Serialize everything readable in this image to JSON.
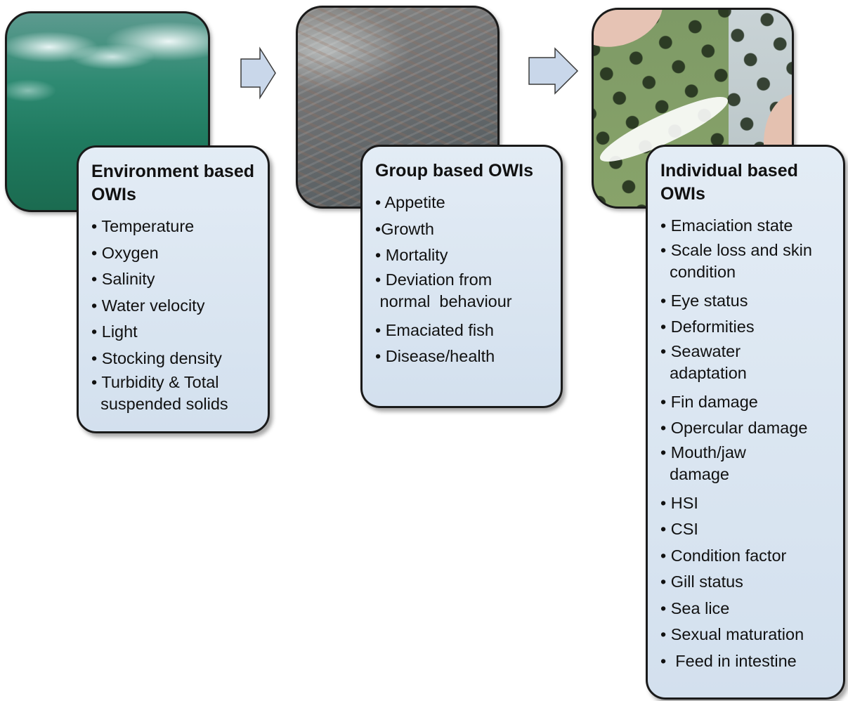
{
  "colors": {
    "box_fill_top": "#e3ecf5",
    "box_fill_bottom": "#d3e0ee",
    "box_border": "#1a1a1a",
    "arrow_fill": "#c9d7ea",
    "arrow_stroke": "#3b3b3b"
  },
  "panels": [
    {
      "title": "Environment based OWIs",
      "items": [
        "• Temperature",
        "• Oxygen",
        "• Salinity",
        "• Water velocity",
        "• Light",
        "• Stocking density",
        "• Turbidity & Total\n  suspended solids"
      ]
    },
    {
      "title": "Group based OWIs",
      "items": [
        "• Appetite",
        "•Growth",
        "• Mortality",
        "• Deviation from\n normal  behaviour",
        "• Emaciated fish",
        "• Disease/health"
      ]
    },
    {
      "title": "Individual based OWIs",
      "items": [
        "• Emaciation state",
        "• Scale loss and skin\n  condition",
        "• Eye status",
        "• Deformities",
        "• Seawater\n  adaptation",
        "• Fin damage",
        "• Opercular damage",
        "• Mouth/jaw\n  damage",
        "• HSI",
        "• CSI",
        "• Condition factor",
        "• Gill status",
        "• Sea lice",
        "• Sexual maturation",
        "•  Feed in intestine"
      ]
    }
  ]
}
